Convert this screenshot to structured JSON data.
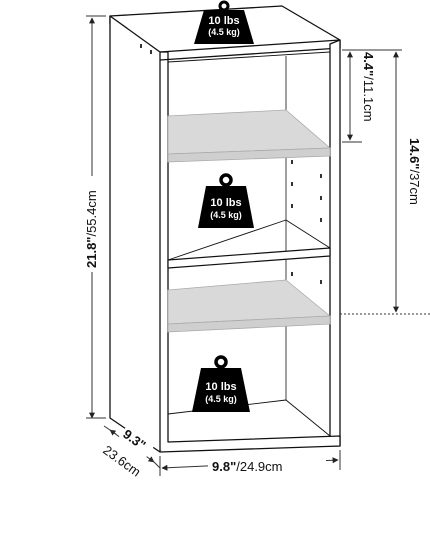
{
  "weights": [
    {
      "top": "10 lbs",
      "bottom": "(4.5 kg)"
    },
    {
      "top": "10 lbs",
      "bottom": "(4.5 kg)"
    },
    {
      "top": "10 lbs",
      "bottom": "(4.5 kg)"
    }
  ],
  "dimensions": {
    "height": {
      "imperial": "21.8\"",
      "metric": "/55.4cm"
    },
    "width": {
      "imperial": "9.8\"",
      "metric": "/24.9cm"
    },
    "depth": {
      "imperial": "9.3\"",
      "metric": "23.6cm"
    },
    "top_gap": {
      "imperial": "4.4\"",
      "metric": "/11.1cm"
    },
    "shelf_span": {
      "imperial": "14.6\"",
      "metric": "/37cm"
    }
  },
  "colors": {
    "outline": "#111111",
    "shelf_fill": "#d9d9d9",
    "weight_fill": "#000000",
    "dim_line": "#333333"
  }
}
